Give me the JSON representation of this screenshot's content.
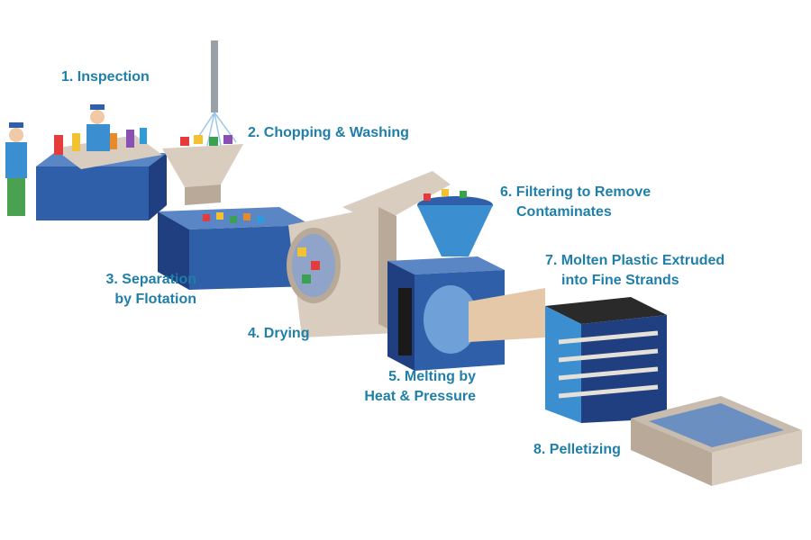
{
  "steps": {
    "s1": {
      "label": "1. Inspection"
    },
    "s2": {
      "label": "2. Chopping & Washing"
    },
    "s3": {
      "line1": "3. Separation",
      "line2": "by Flotation"
    },
    "s4": {
      "label": "4. Drying"
    },
    "s5": {
      "line1": "5. Melting by",
      "line2": "Heat & Pressure"
    },
    "s6": {
      "line1": "6. Filtering to Remove",
      "line2": "Contaminates"
    },
    "s7": {
      "line1": "7. Molten Plastic Extruded",
      "line2": "into Fine Strands"
    },
    "s8": {
      "label": "8. Pelletizing"
    }
  },
  "colors": {
    "label": "#1f7fa8",
    "machine_blue": "#2f5fa8",
    "machine_blue_dark": "#1f3f80",
    "machine_beige": "#d9cdbf",
    "machine_beige_dark": "#b8a998"
  }
}
